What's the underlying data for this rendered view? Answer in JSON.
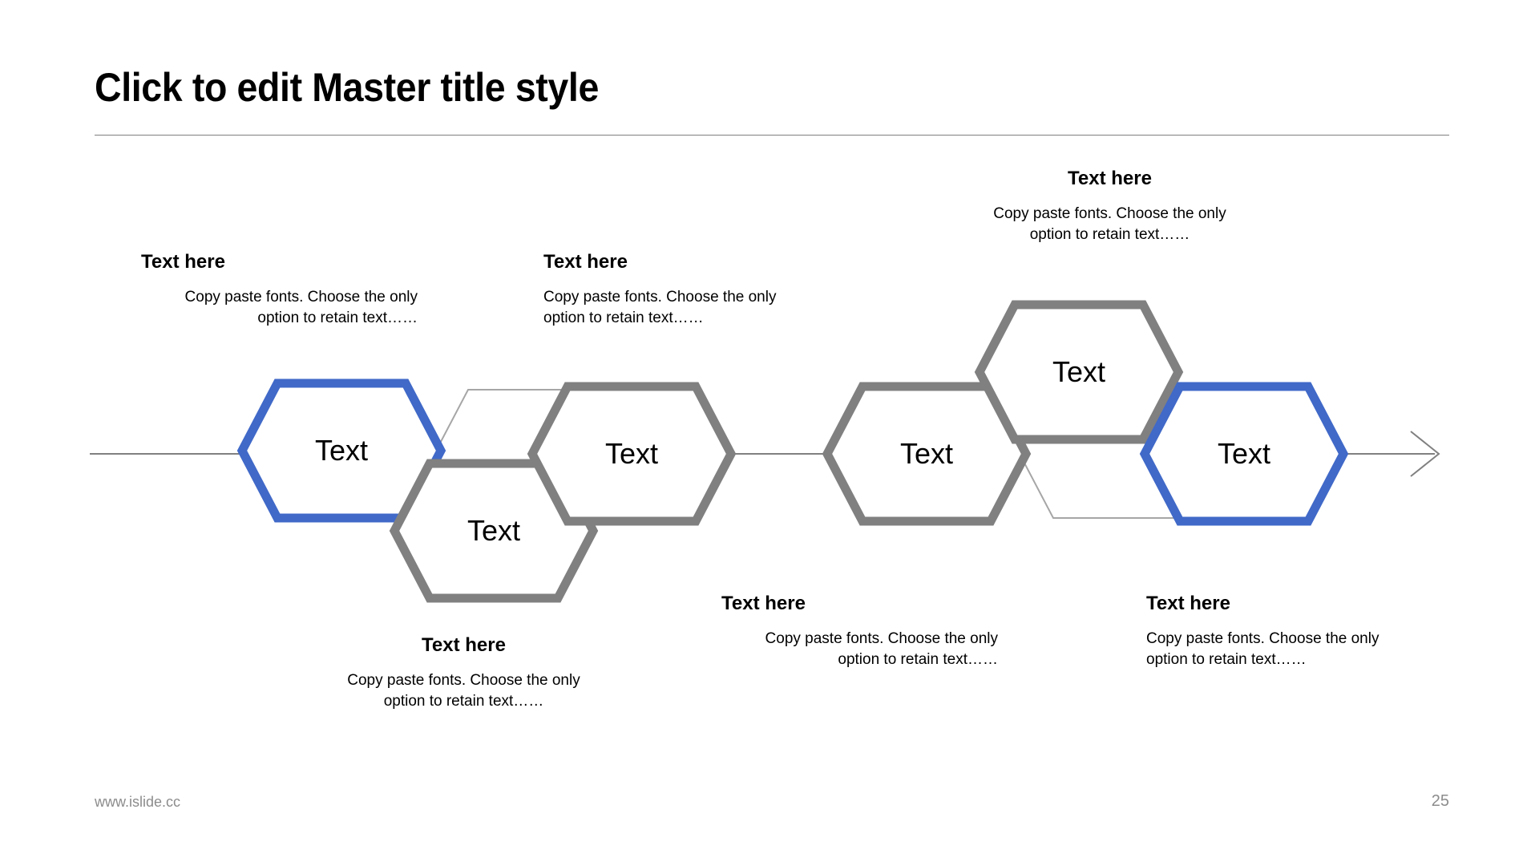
{
  "slide": {
    "title": "Click to edit Master title style",
    "footer_url": "www.islide.cc",
    "page_number": "25"
  },
  "colors": {
    "accent_blue": "#4069C8",
    "gray_stroke": "#808080",
    "thin_outline": "#A6A6A6",
    "axis_line": "#808080",
    "text": "#000000",
    "footer_text": "#8C8C8C"
  },
  "diagram": {
    "type": "hexagon-chain-timeline",
    "axis_label": "process-flow-arrow",
    "nodes": [
      {
        "id": "node-1",
        "label": "Text",
        "color": "accent_blue",
        "position": "up"
      },
      {
        "id": "node-2",
        "label": "Text",
        "color": "gray_stroke",
        "position": "down"
      },
      {
        "id": "node-3",
        "label": "Text",
        "color": "gray_stroke",
        "position": "up"
      },
      {
        "id": "node-4",
        "label": "Text",
        "color": "gray_stroke",
        "position": "up"
      },
      {
        "id": "node-5",
        "label": "Text",
        "color": "gray_stroke",
        "position": "top"
      },
      {
        "id": "node-6",
        "label": "Text",
        "color": "accent_blue",
        "position": "up"
      }
    ],
    "callouts": [
      {
        "id": "callout-1",
        "heading": "Text here",
        "body": "Copy paste fonts. Choose the only option to retain text……",
        "side": "above",
        "align": "right"
      },
      {
        "id": "callout-2",
        "heading": "Text here",
        "body": "Copy paste fonts. Choose the only option to retain text……",
        "side": "above",
        "align": "left"
      },
      {
        "id": "callout-3",
        "heading": "Text here",
        "body": "Copy paste fonts. Choose the only option to retain text……",
        "side": "below",
        "align": "center"
      },
      {
        "id": "callout-4",
        "heading": "Text here",
        "body": "Copy paste fonts. Choose the only option to retain text……",
        "side": "above",
        "align": "center"
      },
      {
        "id": "callout-5",
        "heading": "Text here",
        "body": "Copy paste fonts. Choose the only option to retain text……",
        "side": "below",
        "align": "right"
      },
      {
        "id": "callout-6",
        "heading": "Text here",
        "body": "Copy paste fonts. Choose the only option to retain text……",
        "side": "below",
        "align": "left"
      }
    ]
  }
}
